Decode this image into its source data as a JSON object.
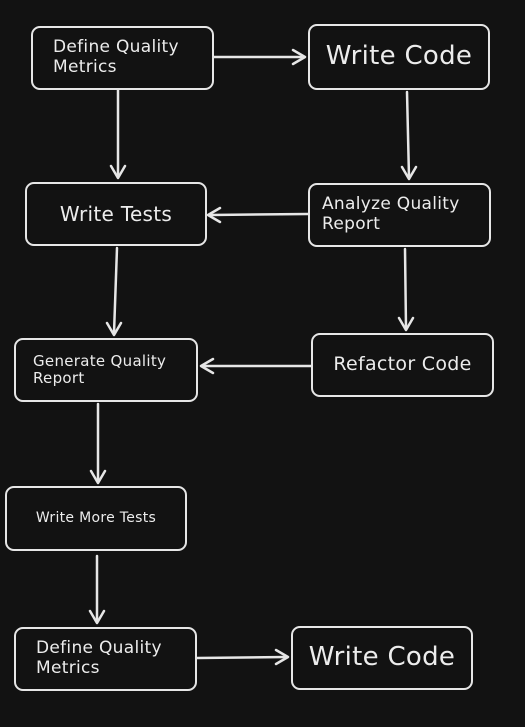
{
  "diagram": {
    "nodes": [
      {
        "id": "n1",
        "label": "Define Quality\nMetrics"
      },
      {
        "id": "n2",
        "label": "Write Code"
      },
      {
        "id": "n3",
        "label": "Write Tests"
      },
      {
        "id": "n4",
        "label": "Analyze Quality\nReport"
      },
      {
        "id": "n5",
        "label": "Generate Quality\nReport"
      },
      {
        "id": "n6",
        "label": "Refactor Code"
      },
      {
        "id": "n7",
        "label": "Write More Tests"
      },
      {
        "id": "n8",
        "label": "Define Quality\nMetrics"
      },
      {
        "id": "n9",
        "label": "Write Code"
      }
    ],
    "edges": [
      {
        "from": "n1",
        "to": "n2"
      },
      {
        "from": "n1",
        "to": "n3"
      },
      {
        "from": "n2",
        "to": "n4"
      },
      {
        "from": "n4",
        "to": "n3"
      },
      {
        "from": "n4",
        "to": "n6"
      },
      {
        "from": "n3",
        "to": "n5"
      },
      {
        "from": "n6",
        "to": "n5"
      },
      {
        "from": "n5",
        "to": "n7"
      },
      {
        "from": "n7",
        "to": "n8"
      },
      {
        "from": "n8",
        "to": "n9"
      }
    ],
    "colors": {
      "background": "#121212",
      "stroke": "#e6e6e6",
      "text": "#ececec"
    }
  }
}
